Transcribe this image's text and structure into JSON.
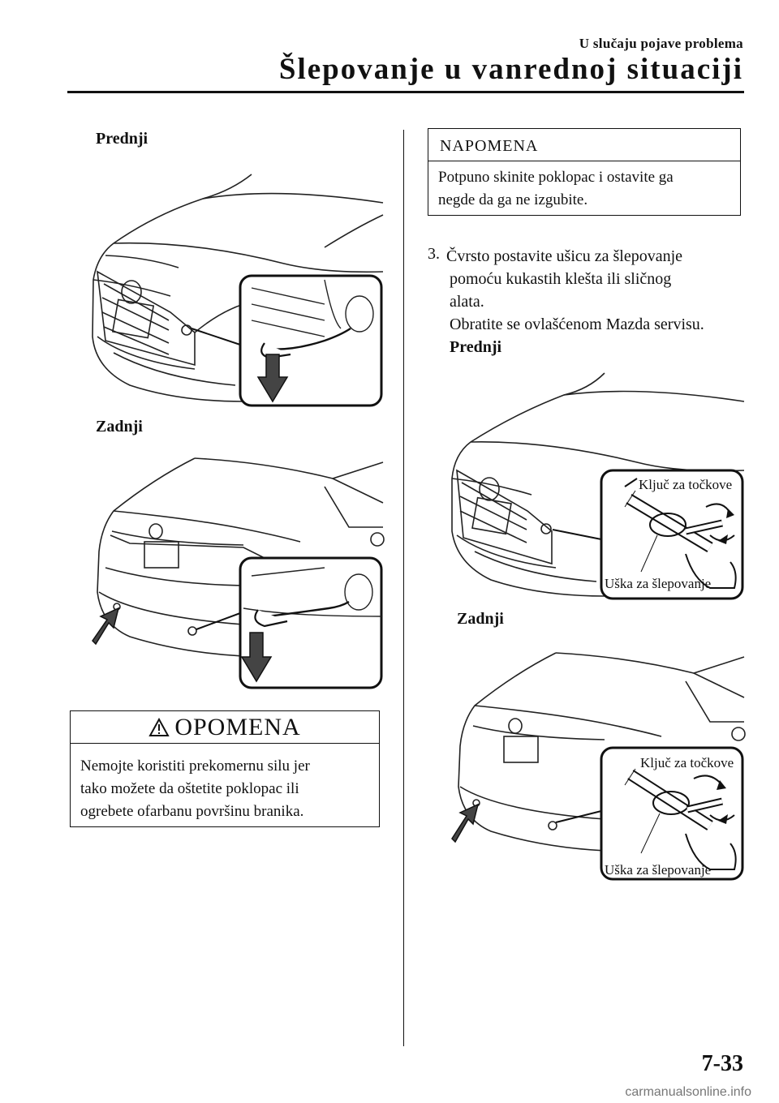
{
  "header": {
    "section": "U slučaju pojave problema",
    "title": "Šlepovanje u vanrednoj situaciji"
  },
  "left_column": {
    "front_label": "Prednji",
    "rear_label": "Zadnji",
    "warning": {
      "icon": "warning-triangle-icon",
      "title": "OPOMENA",
      "lines": [
        "Nemojte koristiti prekomernu silu jer",
        "tako možete da oštetite poklopac ili",
        "ogrebete ofarbanu površinu branika."
      ]
    }
  },
  "right_column": {
    "note": {
      "title": "NAPOMENA",
      "lines": [
        "Potpuno skinite poklopac i ostavite ga",
        "negde da ga ne izgubite."
      ]
    },
    "step": {
      "number": "3.",
      "lines": [
        "Čvrsto postavite ušicu za šlepovanje",
        "pomoću kukastih klešta ili sličnog",
        "alata.",
        "Obratite se ovlašćenom Mazda servisu."
      ],
      "front_label": "Prednji",
      "rear_label": "Zadnji"
    },
    "callouts": {
      "wrench": "Ključ za točkove",
      "eye": "Uška za šlepovanje"
    }
  },
  "footer": {
    "page_number": "7-33",
    "watermark": "carmanualsonline.info"
  }
}
